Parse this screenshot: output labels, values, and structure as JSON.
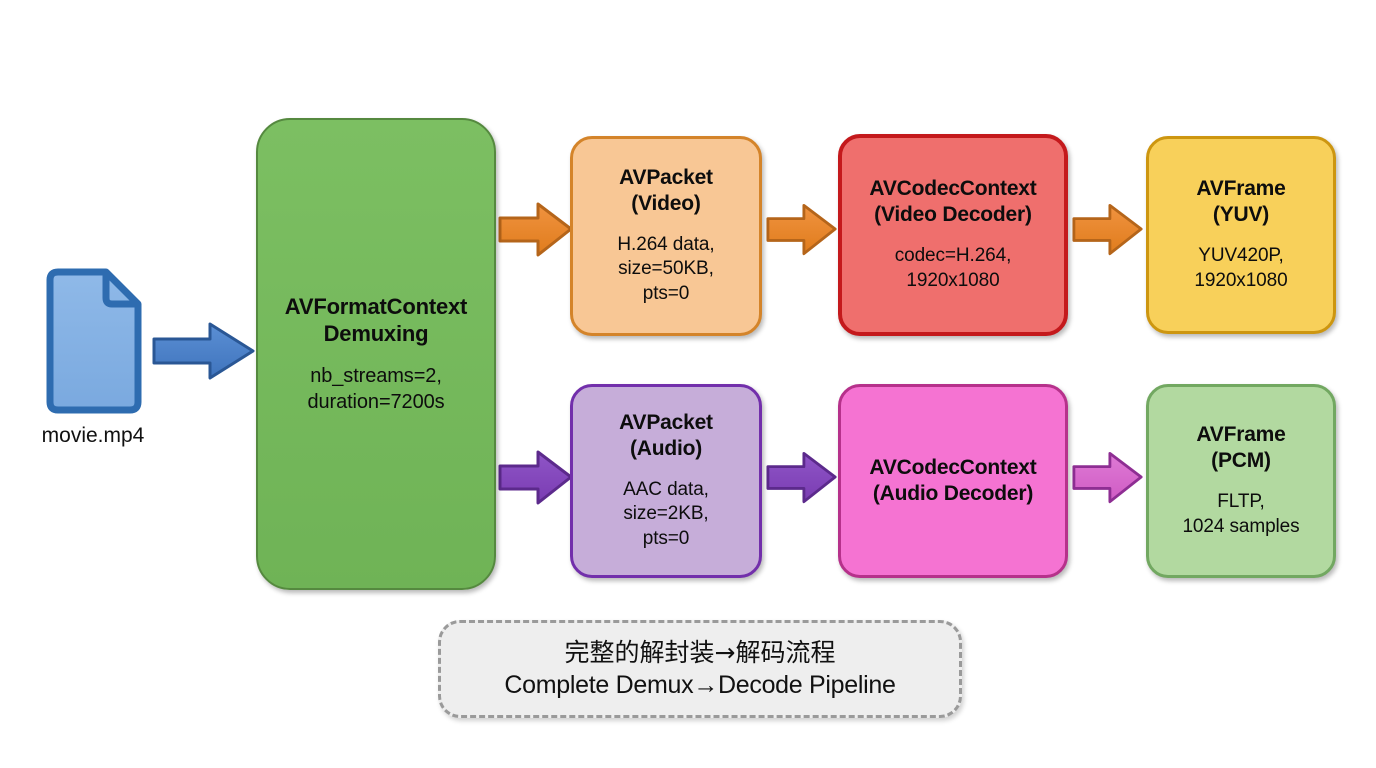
{
  "diagram": {
    "source": {
      "icon": "file-document-icon",
      "label": "movie.mp4"
    },
    "nodes": [
      {
        "id": "demux",
        "title_line1": "AVFormatContext",
        "title_line2": "Demuxing",
        "sub_line1": "nb_streams=2,",
        "sub_line2": "duration=7200s",
        "fill": "#76bb5c",
        "border": "#55893f"
      },
      {
        "id": "pkt-video",
        "title_line1": "AVPacket",
        "title_line2": "(Video)",
        "sub_line1": "H.264 data,",
        "sub_line2": "size=50KB,",
        "sub_line3": "pts=0",
        "fill": "#f8c795",
        "border": "#d4842a"
      },
      {
        "id": "ctx-video",
        "title_line1": "AVCodecContext",
        "title_line2": "(Video Decoder)",
        "sub_line1": "codec=H.264,",
        "sub_line2": "1920x1080",
        "fill": "#ef6f6d",
        "border": "#c4191c"
      },
      {
        "id": "frame-yuv",
        "title_line1": "AVFrame",
        "title_line2": "(YUV)",
        "sub_line1": "YUV420P,",
        "sub_line2": "1920x1080",
        "fill": "#f8d05a",
        "border": "#cd9610"
      },
      {
        "id": "pkt-audio",
        "title_line1": "AVPacket",
        "title_line2": "(Audio)",
        "sub_line1": "AAC data,",
        "sub_line2": "size=2KB,",
        "sub_line3": "pts=0",
        "fill": "#c6add9",
        "border": "#722fab"
      },
      {
        "id": "ctx-audio",
        "title_line1": "AVCodecContext",
        "title_line2": "(Audio Decoder)",
        "fill": "#f573d2",
        "border": "#b6318b"
      },
      {
        "id": "frame-pcm",
        "title_line1": "AVFrame",
        "title_line2": "(PCM)",
        "sub_line1": "FLTP,",
        "sub_line2": "1024 samples",
        "fill": "#b2d9a0",
        "border": "#72a861"
      }
    ],
    "arrows": [
      {
        "id": "file-to-demux",
        "icon": "right-arrow-icon",
        "color": "#3d76bf"
      },
      {
        "id": "demux-to-pkt-video",
        "icon": "right-arrow-icon",
        "color": "#e5801f"
      },
      {
        "id": "pkt-video-to-ctx",
        "icon": "right-arrow-icon",
        "color": "#e5801f"
      },
      {
        "id": "ctx-video-to-frame",
        "icon": "right-arrow-icon",
        "color": "#e5801f"
      },
      {
        "id": "demux-to-pkt-audio",
        "icon": "right-arrow-icon",
        "color": "#8143bd"
      },
      {
        "id": "pkt-audio-to-ctx",
        "icon": "right-arrow-icon",
        "color": "#7336ad"
      },
      {
        "id": "ctx-audio-to-frame",
        "icon": "right-arrow-icon",
        "color": "#d862cb"
      }
    ],
    "caption": {
      "line_cn": "完整的解封装→解码流程",
      "line_en": "Complete Demux→Decode Pipeline",
      "fill": "#eeeeee",
      "border": "#9a9a9a"
    }
  }
}
